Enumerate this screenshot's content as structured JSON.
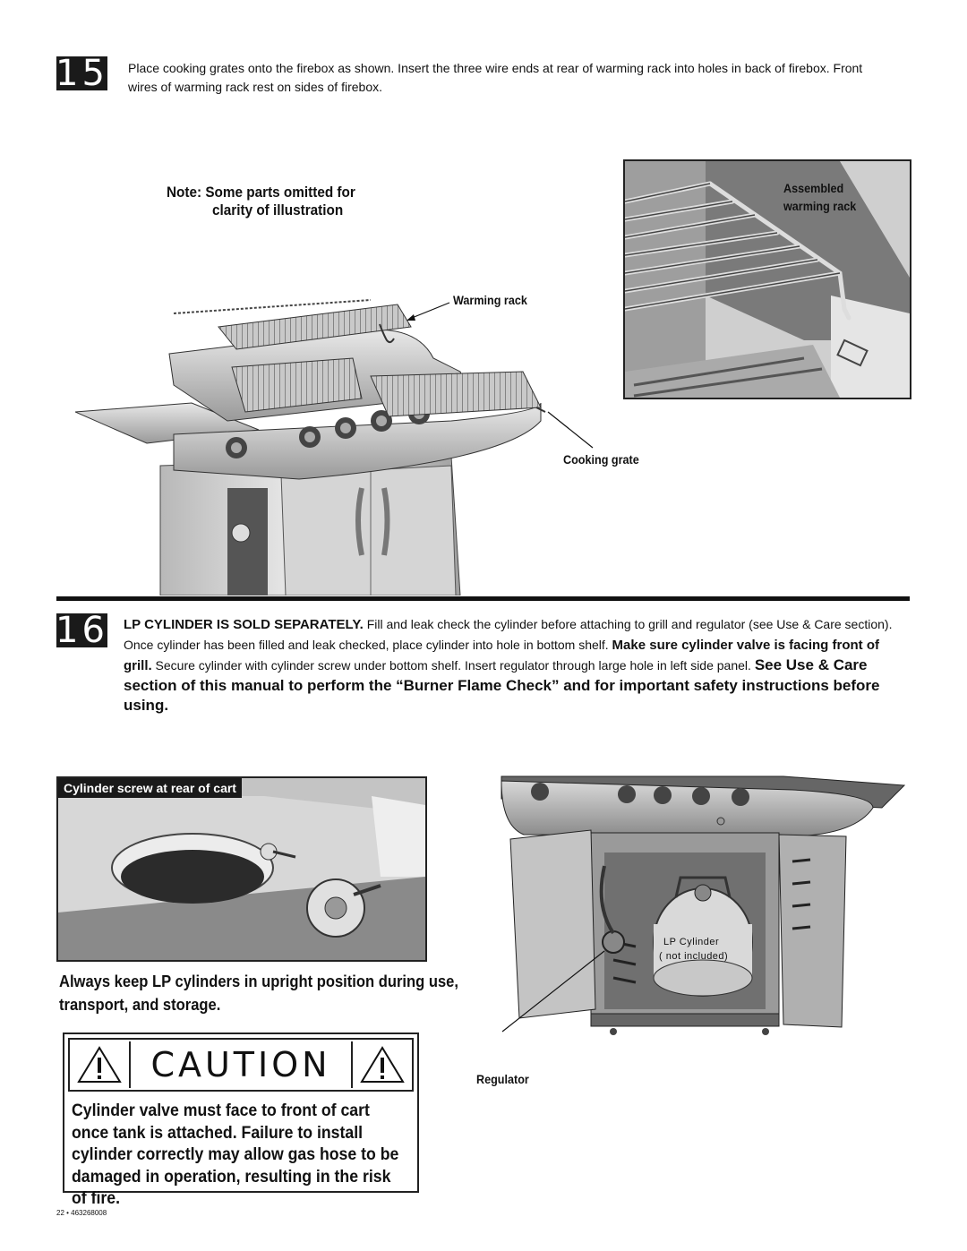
{
  "step15": {
    "number": "15",
    "text": "Place cooking grates onto the firebox as shown. Insert the three wire ends at rear of warming rack into holes in back of firebox. Front wires of warming rack rest on sides of firebox.",
    "note_line1": "Note: Some parts omitted for",
    "note_line2": "clarity of illustration",
    "callout_warming_rack": "Warming rack",
    "callout_cooking_grate": "Cooking grate",
    "inset_label_line1": "Assembled",
    "inset_label_line2": "warming rack"
  },
  "step16": {
    "number": "16",
    "bold_lead": "LP CYLINDER IS SOLD SEPARATELY.",
    "text1": " Fill and leak check the cylinder before attaching to grill and regulator (see Use & Care section). Once cylinder has been filled and leak checked, place cylinder into hole in bottom shelf. ",
    "bold_mid": "Make sure cylinder valve is facing front of grill.",
    "text2": " Secure cylinder with cylinder screw under bottom shelf. Insert regulator through large hole in left side panel. ",
    "bold_end": "See Use & Care section of this manual to perform the “Burner Flame Check” and for important safety instructions before using.",
    "inset_label": "Cylinder screw at rear of cart",
    "upright_note": "Always keep LP cylinders in upright position during use, transport, and storage.",
    "caution_title": "CAUTION",
    "caution_text": "Cylinder valve must face to front of cart once tank is attached. Failure to install cylinder correctly may allow gas hose to be damaged in operation, resulting in the risk of fire.",
    "cylinder_label_line1": "LP Cylinder",
    "cylinder_label_line2": "( not included)",
    "callout_regulator": "Regulator"
  },
  "footer": {
    "page": "22 • 463268008"
  }
}
